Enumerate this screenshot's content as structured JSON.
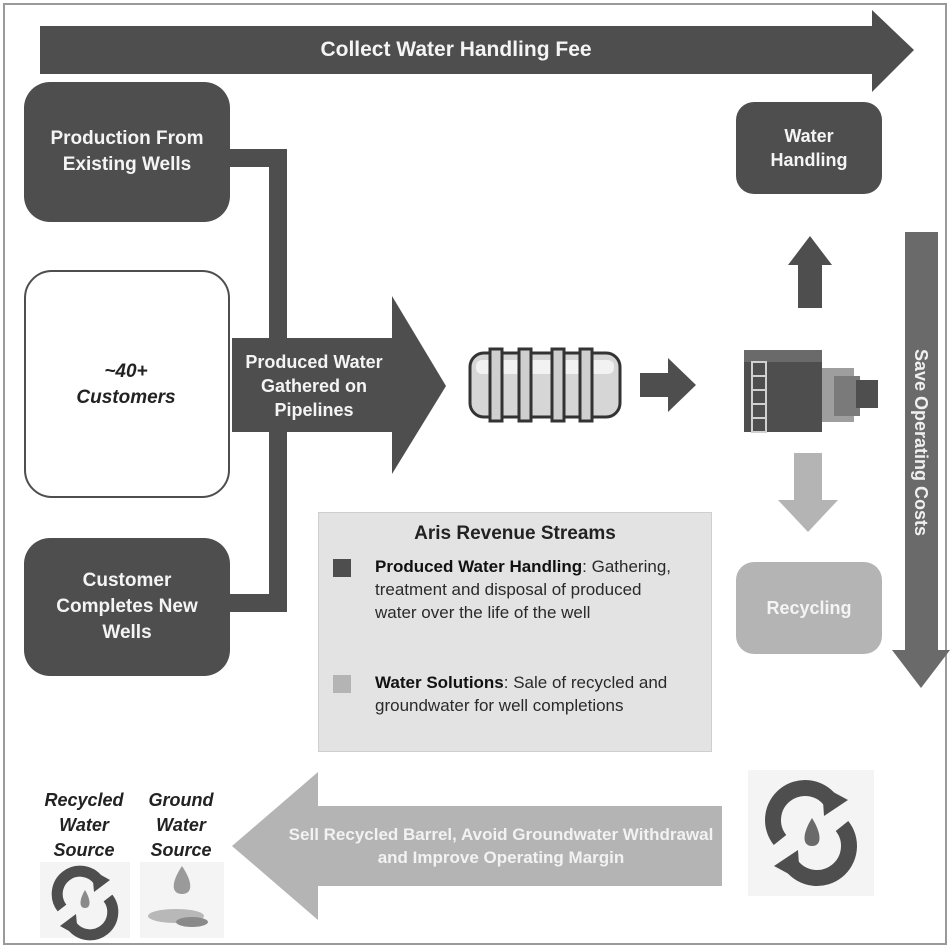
{
  "top_arrow": {
    "label": "Collect Water Handling Fee"
  },
  "boxes": {
    "production_existing": "Production From Existing Wells",
    "customers": "~40+ Customers",
    "new_wells": "Customer Completes New Wells",
    "water_handling": "Water Handling",
    "recycling": "Recycling"
  },
  "center_arrow": {
    "label": "Produced Water Gathered on Pipelines"
  },
  "right_arrow": {
    "label": "Save Operating Costs"
  },
  "bottom_arrow": {
    "label": "Sell Recycled Barrel, Avoid Groundwater Withdrawal and Improve Operating Margin"
  },
  "legend": {
    "title": "Aris Revenue Streams",
    "items": [
      {
        "name": "Produced Water Handling",
        "desc": ": Gathering, treatment and disposal of produced water over the life of the well",
        "color": "#4e4e4e"
      },
      {
        "name": "Water Solutions",
        "desc": ": Sale of recycled and groundwater for well completions",
        "color": "#b4b4b4"
      }
    ]
  },
  "sources": {
    "recycled": "Recycled Water Source",
    "ground": "Ground Water Source"
  },
  "colors": {
    "dark": "#4e4e4e",
    "light": "#b4b4b4",
    "pipe": "#d8d8d8"
  }
}
